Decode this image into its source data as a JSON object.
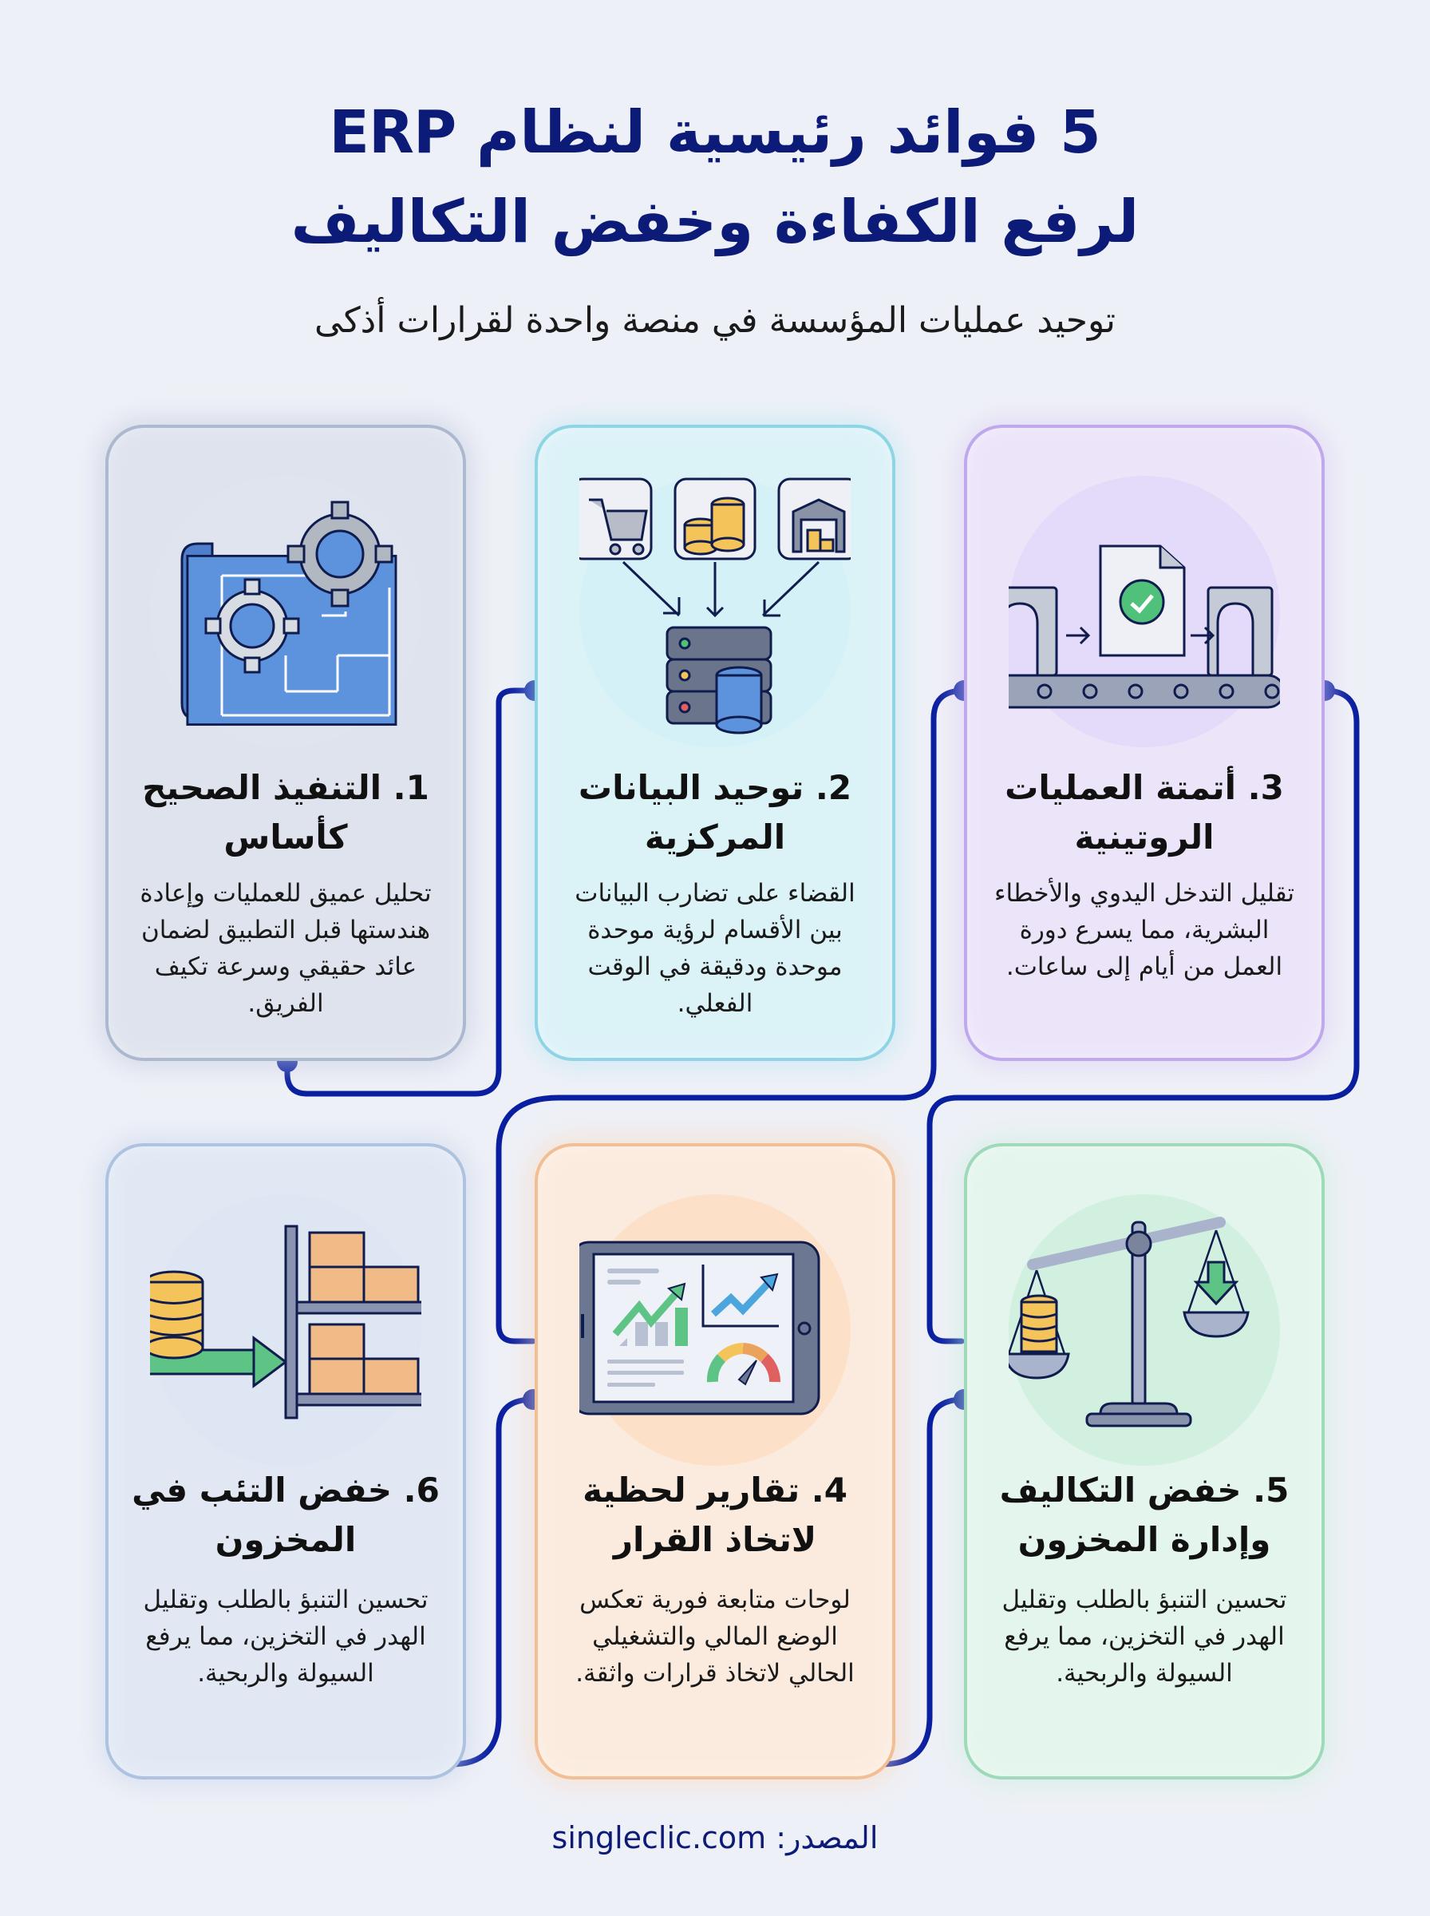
{
  "header": {
    "title_line1": "5 فوائد رئيسية لنظام ERP",
    "title_line2": "لرفع الكفاءة وخفض التكاليف",
    "subtitle": "توحيد عمليات المؤسسة في منصة واحدة لقرارات أذكى"
  },
  "colors": {
    "title": "#0c1a78",
    "connector": "#0a1fa0",
    "card1_border": "#9aaac4",
    "card2_border": "#6cc6dc",
    "card3_border": "#a98ce6",
    "card4_border": "#f0a870",
    "card5_border": "#7ccaa0",
    "card6_border": "#9ab4d6"
  },
  "cards": [
    {
      "id": 1,
      "title": "1. التنفيذ الصحيح كأساس",
      "body": "تحليل عميق للعمليات وإعادة هندستها قبل التطبيق لضمان عائد حقيقي وسرعة تكيف الفريق.",
      "icon": "blueprint-gears-icon"
    },
    {
      "id": 2,
      "title": "2. توحيد البيانات المركزية",
      "body": "القضاء على تضارب البيانات بين الأقسام لرؤية موحدة موحدة ودقيقة في الوقت الفعلي.",
      "icon": "data-consolidation-server-icon"
    },
    {
      "id": 3,
      "title": "3. أتمتة العمليات الروتينية",
      "body": "تقليل التدخل اليدوي والأخطاء البشرية، مما يسرع دورة العمل من أيام إلى ساعات.",
      "icon": "conveyor-automation-icon"
    },
    {
      "id": 4,
      "title": "4. تقارير لحظية لاتخاذ القرار",
      "body": "لوحات متابعة فورية تعكس الوضع المالي والتشغيلي الحالي لاتخاذ قرارات واثقة.",
      "icon": "tablet-dashboard-icon"
    },
    {
      "id": 5,
      "title": "5. خفض التكاليف وإدارة المخزون",
      "body": "تحسين التنبؤ بالطلب وتقليل الهدر في التخزين، مما يرفع السيولة والربحية.",
      "icon": "balance-scale-icon"
    },
    {
      "id": 6,
      "title": "6. خفض التئب في المخزون",
      "body": "تحسين التنبؤ بالطلب وتقليل الهدر في التخزين، مما يرفع السيولة والربحية.",
      "icon": "inventory-shelf-icon"
    }
  ],
  "footer": {
    "label": "المصدر:",
    "url": "singleclic.com"
  }
}
